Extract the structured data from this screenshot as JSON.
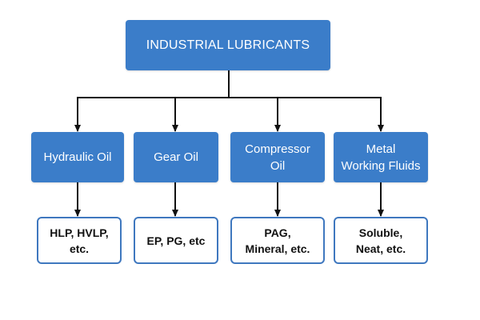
{
  "root": {
    "label": "INDUSTRIAL LUBRICANTS"
  },
  "categories": [
    {
      "label": "Hydraulic Oil",
      "examples": "HLP, HVLP,\netc."
    },
    {
      "label": "Gear Oil",
      "examples": "EP, PG, etc"
    },
    {
      "label": "Compressor\nOil",
      "examples": "PAG,\nMineral, etc."
    },
    {
      "label": "Metal\nWorking Fluids",
      "examples": "Soluble,\nNeat, etc."
    }
  ],
  "colors": {
    "node_fill": "#3b7dc9",
    "leaf_border": "#3f78bf",
    "connector": "#111111"
  }
}
